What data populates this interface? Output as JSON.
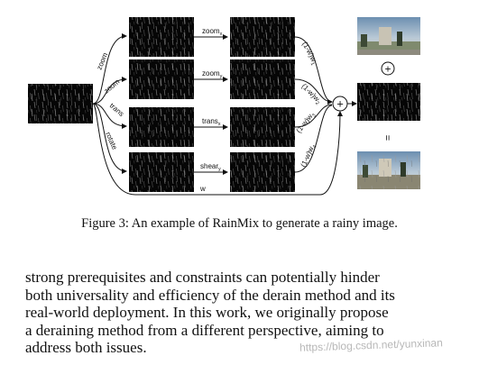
{
  "figure": {
    "branch_labels": [
      "zoom",
      "zoom",
      "trans",
      "rotate"
    ],
    "op_labels": [
      "zoom",
      "zoom",
      "trans",
      "shear"
    ],
    "op_subscripts": [
      "x",
      "y",
      "x",
      "y"
    ],
    "weight_labels": [
      "(1-w)w",
      "(1-w)w",
      "(1-w)w",
      "(1-w)w"
    ],
    "weight_subscripts": [
      "1",
      "2",
      "3",
      "4"
    ],
    "skip_label": "w",
    "plus_symbol": "+",
    "equals_symbol": "=",
    "caption": "Figure 3: An example of RainMix to generate a rainy image."
  },
  "paragraph": {
    "lines": [
      "strong prerequisites and constraints can potentially hinder",
      "both universality and efficiency of the derain method and its",
      "real-world deployment. In this work, we originally propose",
      "a deraining method from a different perspective, aiming to",
      "address both issues."
    ]
  },
  "watermark": "https://blog.csdn.net/yunxinan"
}
